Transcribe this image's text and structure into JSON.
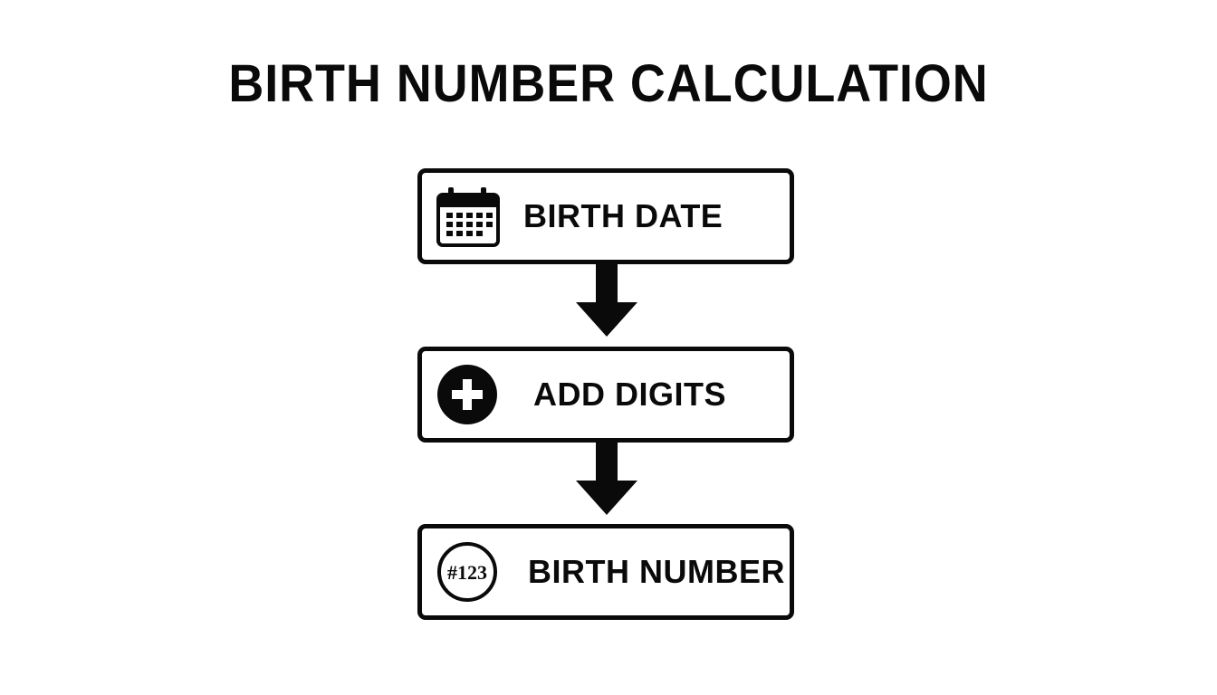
{
  "title": "BIRTH NUMBER CALCULATION",
  "steps": [
    {
      "label": "BIRTH DATE",
      "icon": "calendar-icon"
    },
    {
      "label": "ADD DIGITS",
      "icon": "plus-circle-icon"
    },
    {
      "label": "BIRTH NUMBER",
      "icon": "hash-number-icon",
      "icon_text": "#123"
    }
  ],
  "colors": {
    "ink": "#0a0a0a",
    "background": "#ffffff"
  }
}
